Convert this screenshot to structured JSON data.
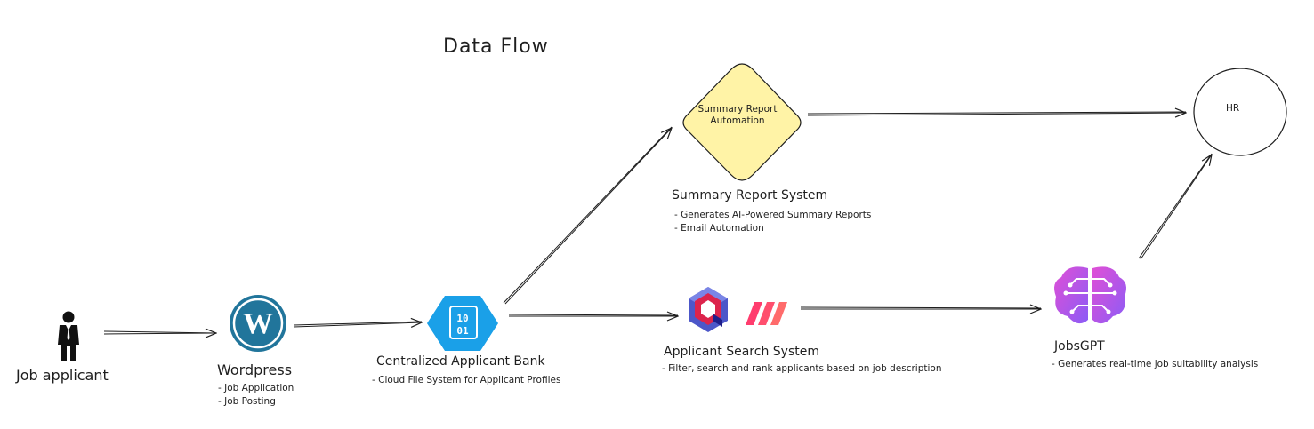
{
  "title": "Data Flow",
  "nodes": {
    "applicant": {
      "label": "Job applicant"
    },
    "wordpress": {
      "label": "Wordpress",
      "bullets": [
        "- Job Application",
        "- Job Posting"
      ]
    },
    "bank": {
      "label": "Centralized Applicant Bank",
      "bullets": [
        "- Cloud File System for Applicant Profiles"
      ],
      "icon_text": [
        "10",
        "01"
      ]
    },
    "summary": {
      "diamond_text": "Summary Report Automation",
      "label": "Summary Report System",
      "bullets": [
        "- Generates AI-Powered Summary Reports",
        "- Email Automation"
      ]
    },
    "search": {
      "label": "Applicant Search System",
      "bullets": [
        "- Filter, search and rank applicants based on job description"
      ]
    },
    "jobsgpt": {
      "label": "JobsGPT",
      "bullets": [
        "- Generates real-time job suitability analysis"
      ]
    },
    "hr": {
      "label": "HR"
    }
  },
  "edges": [
    {
      "from": "Job applicant",
      "to": "Wordpress"
    },
    {
      "from": "Wordpress",
      "to": "Centralized Applicant Bank"
    },
    {
      "from": "Centralized Applicant Bank",
      "to": "Summary Report System"
    },
    {
      "from": "Centralized Applicant Bank",
      "to": "Applicant Search System"
    },
    {
      "from": "Summary Report System",
      "to": "HR"
    },
    {
      "from": "Applicant Search System",
      "to": "JobsGPT"
    },
    {
      "from": "JobsGPT",
      "to": "HR"
    }
  ],
  "colors": {
    "diamond_fill": "#fff3a6",
    "azure_blue": "#1aa0e8",
    "wordpress_blue": "#21759b",
    "brain_pink": "#e04fd6",
    "brain_purple": "#8b5cf6",
    "stroke": "#1e1e1e"
  }
}
